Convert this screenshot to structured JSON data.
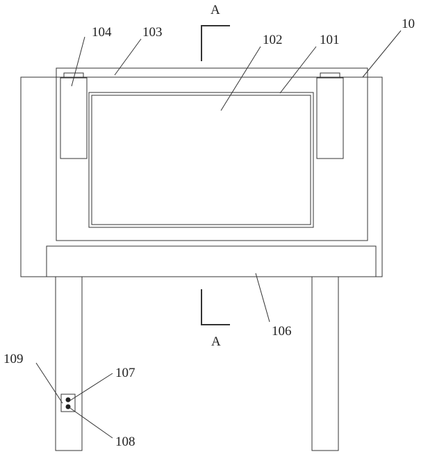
{
  "labels": {
    "l10": "10",
    "l101": "101",
    "l102": "102",
    "l103": "103",
    "l104": "104",
    "l106": "106",
    "l107": "107",
    "l108": "108",
    "l109": "109"
  },
  "section": {
    "top": "A",
    "bottom": "A"
  }
}
